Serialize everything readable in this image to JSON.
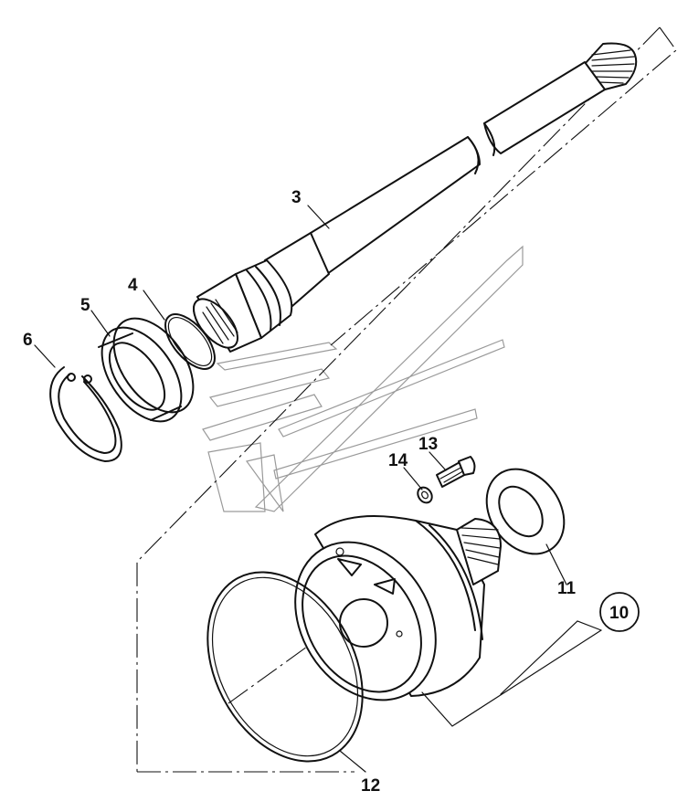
{
  "callouts": [
    {
      "id": "3",
      "text": "3"
    },
    {
      "id": "4",
      "text": "4"
    },
    {
      "id": "5",
      "text": "5"
    },
    {
      "id": "6",
      "text": "6"
    },
    {
      "id": "10",
      "text": "10"
    },
    {
      "id": "11",
      "text": "11"
    },
    {
      "id": "12",
      "text": "12"
    },
    {
      "id": "13",
      "text": "13"
    },
    {
      "id": "14",
      "text": "14"
    }
  ],
  "colors": {
    "ink": "#111111",
    "watermark": "#9a9a9a",
    "background": "#ffffff"
  }
}
